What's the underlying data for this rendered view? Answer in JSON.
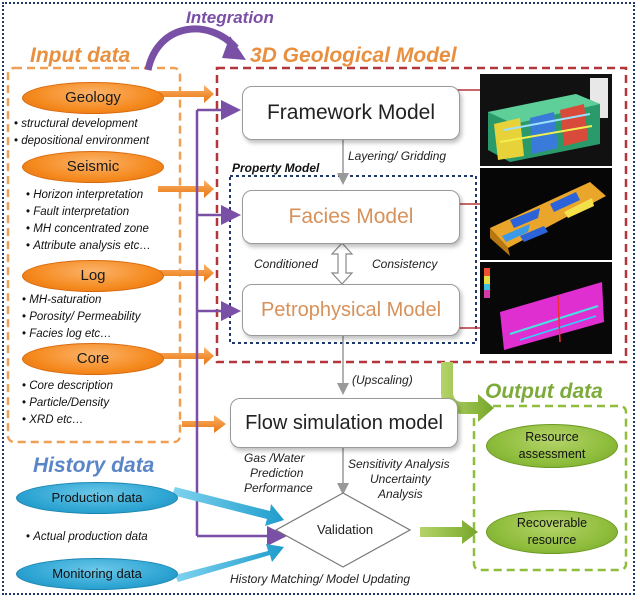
{
  "titles": {
    "integration": "Integration",
    "input_data": "Input data",
    "geo_model": "3D Geological Model",
    "output_data": "Output data",
    "history_data": "History data",
    "property_model": "Property Model"
  },
  "inputs": [
    {
      "label": "Geology",
      "bullets": [
        "structural development",
        "depositional environment"
      ]
    },
    {
      "label": "Seismic",
      "bullets": [
        "Horizon interpretation",
        "Fault interpretation",
        "MH concentrated zone",
        "Attribute analysis etc…"
      ]
    },
    {
      "label": "Log",
      "bullets": [
        "MH-saturation",
        "Porosity/ Permeability",
        "Facies log etc…"
      ]
    },
    {
      "label": "Core",
      "bullets": [
        "Core description",
        "Particle/Density",
        "XRD     etc…"
      ]
    }
  ],
  "models": {
    "framework": "Framework Model",
    "facies": "Facies Model",
    "petrophysical": "Petrophysical Model",
    "flow": "Flow simulation model"
  },
  "labels": {
    "layering": "Layering/ Gridding",
    "conditioned": "Conditioned",
    "consistency": "Consistency",
    "upscaling": "(Upscaling)",
    "gas_water": "Gas /Water",
    "prediction": "Prediction",
    "performance": "Performance",
    "sensitivity": "Sensitivity Analysis",
    "uncertainty": "Uncertainty",
    "analysis": "Analysis",
    "actual_production": "Actual production data",
    "history_matching": "History Matching/ Model Updating",
    "validation": "Validation"
  },
  "history": {
    "production": "Production data",
    "monitoring": "Monitoring data"
  },
  "outputs": {
    "resource_line1": "Resource",
    "resource_line2": "assessment",
    "recoverable_line1": "Recoverable",
    "recoverable_line2": "resource"
  },
  "colors": {
    "orange": "#f58a1f",
    "red_dashed": "#b5363a",
    "purple": "#7a4fa6",
    "green": "#8fbd3c",
    "blue": "#2fa6d4",
    "navy_dotted": "#1f3a6b"
  }
}
